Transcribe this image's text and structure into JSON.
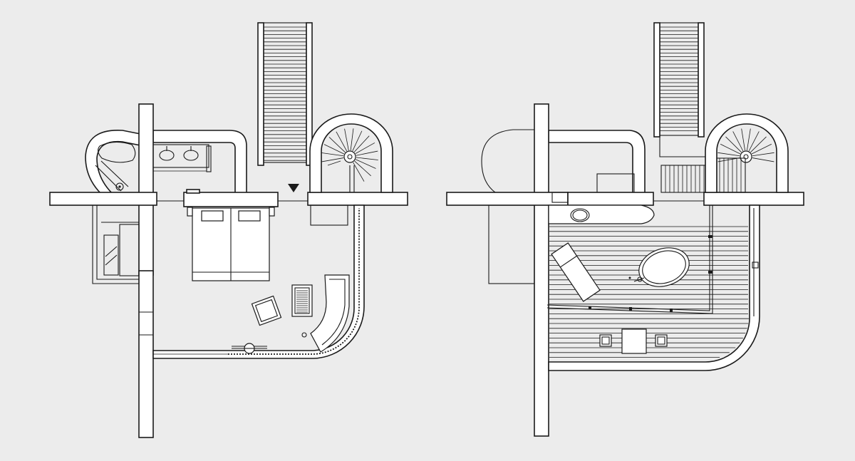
{
  "drawing": {
    "type": "architectural floor plans",
    "plans": [
      {
        "name": "left-plan",
        "depicts": [
          "bedroom",
          "bathroom",
          "spiral-staircase",
          "straight-staircase"
        ]
      },
      {
        "name": "right-plan",
        "depicts": [
          "terrace-deck",
          "bathtub",
          "spiral-staircase",
          "straight-staircase"
        ]
      }
    ],
    "colors": {
      "background": "#ececec",
      "wall_fill": "#ffffff",
      "line": "#1a1a1a"
    },
    "icons": [
      "entrance-arrow-icon"
    ]
  }
}
